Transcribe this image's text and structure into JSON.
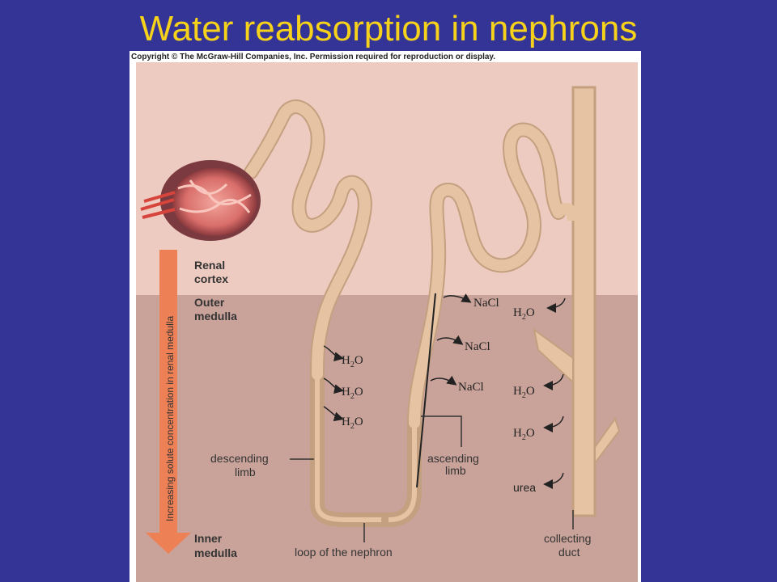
{
  "title": "Water reabsorption in nephrons",
  "copyright": "Copyright © The McGraw-Hill Companies, Inc. Permission required for reproduction or display.",
  "regions": {
    "cortex": [
      "Renal",
      "cortex"
    ],
    "outer": [
      "Outer",
      "medulla"
    ],
    "inner": [
      "Inner",
      "medulla"
    ]
  },
  "gradient_label": "Increasing solute concentration in renal medulla",
  "labels": {
    "descending": [
      "descending",
      "limb"
    ],
    "ascending": [
      "ascending",
      "limb"
    ],
    "loop": "loop of the nephron",
    "collecting": [
      "collecting",
      "duct"
    ]
  },
  "molecules": {
    "water_main": "H",
    "water_sub": "2",
    "water_end": "O",
    "salt": "NaCl",
    "urea": "urea"
  },
  "colors": {
    "background": "#343396",
    "title": "#F6D21A",
    "cortex": "#EECBC0",
    "medulla": "#C9A39A",
    "tubule": "#E6C3A3",
    "arrow": "#EE8055"
  }
}
